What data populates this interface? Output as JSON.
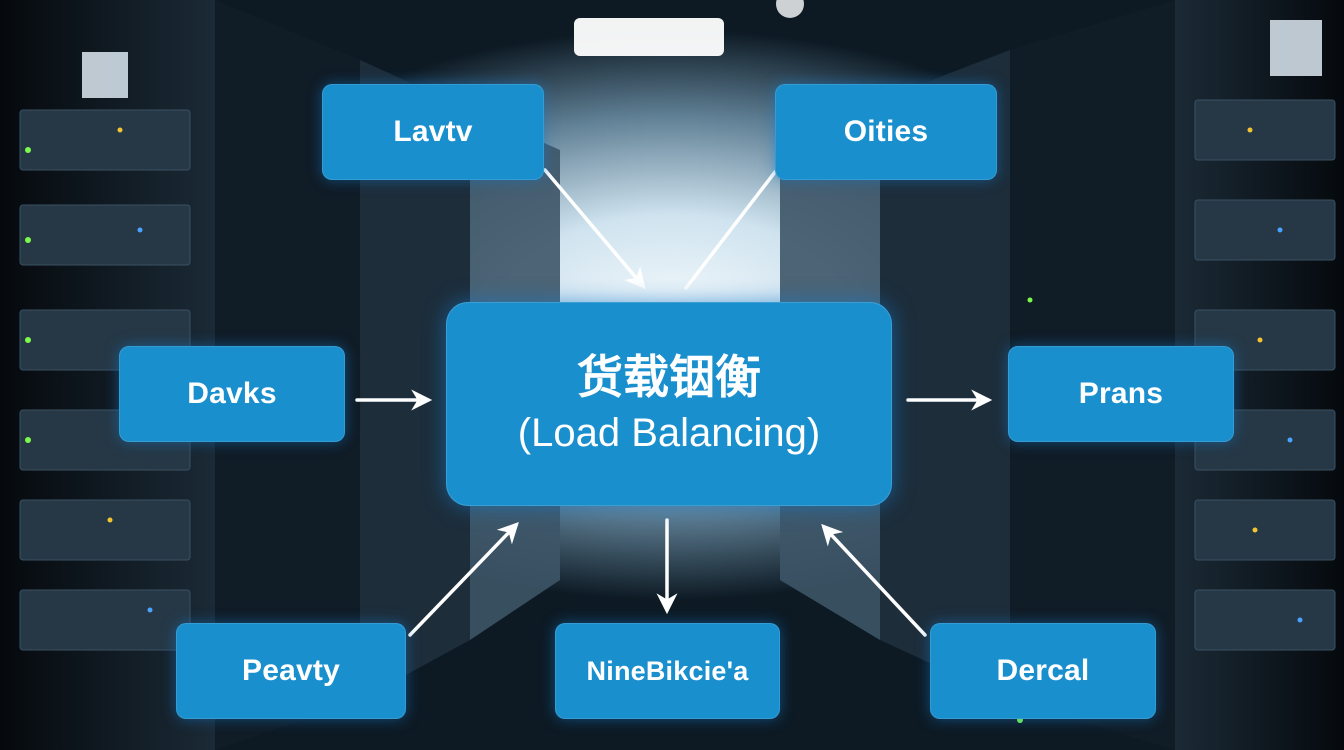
{
  "diagram": {
    "center": {
      "title_zh": "货载铟衡",
      "title_en": "(Load Balancing)"
    },
    "nodes": {
      "top_left": "Lavtv",
      "top_right": "Oities",
      "mid_left": "Davks",
      "mid_right": "Prans",
      "bottom_left": "Peavty",
      "bottom_center": "NineBikcie'a",
      "bottom_right": "Dercal"
    }
  },
  "colors": {
    "node_fill": "#1a8fcd",
    "text": "#ffffff",
    "arrow": "#ffffff",
    "background_dark": "#0b1620",
    "corridor_light": "#e8f2f8"
  }
}
